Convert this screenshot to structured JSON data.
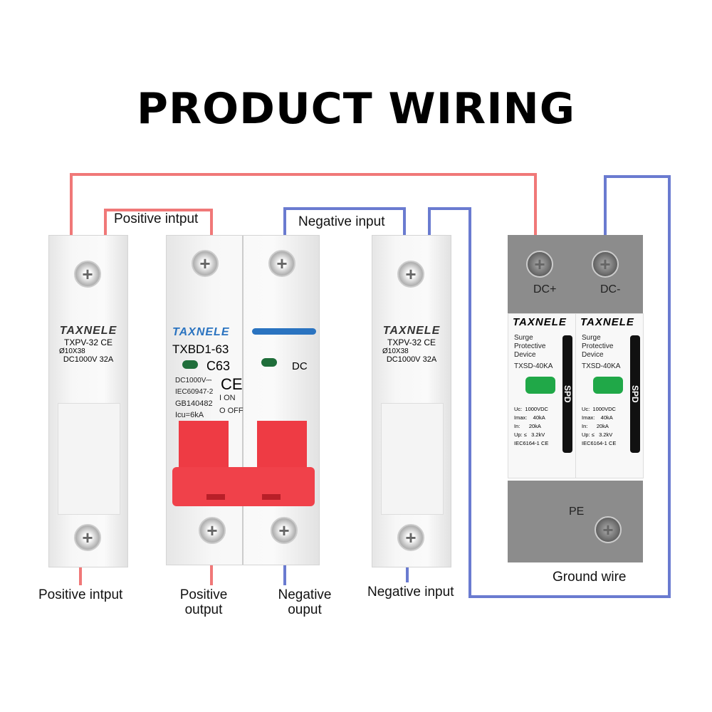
{
  "title": "PRODUCT WIRING",
  "labels": {
    "positive_input_top": "Positive intput",
    "negative_input_top": "Negative input",
    "positive_input_bottom": "Positive intput",
    "positive_output_1": "Positive",
    "positive_output_2": "output",
    "negative_output_1": "Negative",
    "negative_output_2": "ouput",
    "negative_input_bottom": "Negative input",
    "ground_wire": "Ground wire"
  },
  "colors": {
    "positive_wire": "#f07878",
    "negative_wire": "#6a7bd0"
  },
  "fuse": {
    "brand": "TAXNELE",
    "model": "TXPV-32 CE",
    "size": "Ø10X38",
    "rating": "DC1000V  32A"
  },
  "breaker": {
    "brand": "TAXNELE",
    "model": "TXBD1-63",
    "curve": "C63",
    "ce": "CE",
    "specs": [
      "DC1000V⎓",
      "IEC60947-2",
      "GB140482",
      "Icu=6kA"
    ],
    "on": "I ON",
    "off": "O OFF",
    "dc": "DC"
  },
  "spd": {
    "brand": "TAXNELE",
    "dc_plus": "DC+",
    "dc_minus": "DC-",
    "pe": "PE",
    "desc": "Surge Protective Device",
    "model": "TXSD-40KA",
    "tag": "SPD",
    "specs": [
      "Uc:  1000VDC",
      "Imax:    40kA",
      "In:      20kA",
      "Up: ≤   3.2kV"
    ],
    "standard": "IEC6164-1 CE"
  }
}
